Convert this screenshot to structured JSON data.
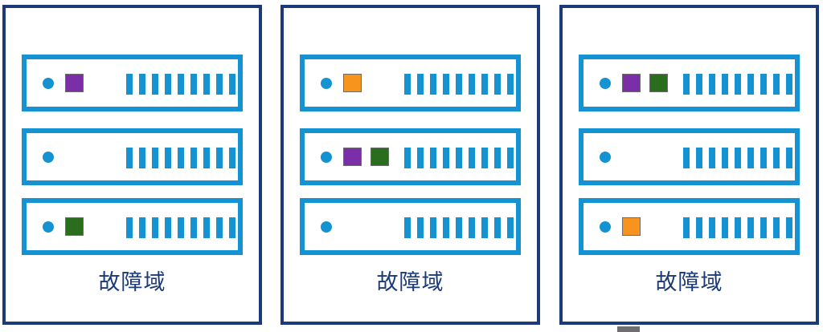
{
  "colors": {
    "rack_border": "#1c3a78",
    "server_border": "#1592d2",
    "purple": "#7a2fa8",
    "green": "#2a6d1e",
    "orange": "#f7941d"
  },
  "racks": [
    {
      "label": "故障域",
      "servers": [
        {
          "replicas": [
            "purple"
          ]
        },
        {
          "replicas": []
        },
        {
          "replicas": [
            "green"
          ]
        }
      ]
    },
    {
      "label": "故障域",
      "servers": [
        {
          "replicas": [
            "orange"
          ]
        },
        {
          "replicas": [
            "purple",
            "green"
          ]
        },
        {
          "replicas": []
        }
      ]
    },
    {
      "label": "故障域",
      "servers": [
        {
          "replicas": [
            "purple",
            "green"
          ]
        },
        {
          "replicas": []
        },
        {
          "replicas": [
            "orange"
          ]
        }
      ]
    }
  ]
}
